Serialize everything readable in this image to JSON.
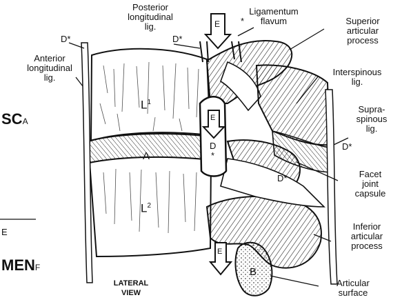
{
  "labels": {
    "posterior_longitudinal": "Posterior longitudinal lig.",
    "posterior_line1": "Posterior",
    "posterior_line2": "longitudinal",
    "posterior_line3": "lig.",
    "ligamentum_flavum_1": "Ligamentum",
    "ligamentum_flavum_2": "flavum",
    "superior_articular_1": "Superior",
    "superior_articular_2": "articular",
    "superior_articular_3": "process",
    "anterior_longitudinal_1": "Anterior",
    "anterior_longitudinal_2": "longitudinal",
    "anterior_longitudinal_3": "lig.",
    "interspinous_1": "Interspinous",
    "interspinous_2": "lig.",
    "supraspinous_1": "Supra-",
    "supraspinous_2": "spinous",
    "supraspinous_3": "lig.",
    "facet_1": "Facet",
    "facet_2": "joint",
    "facet_3": "capsule",
    "inferior_articular_1": "Inferior",
    "inferior_articular_2": "articular",
    "inferior_articular_3": "process",
    "articular_surface_1": "Articular",
    "articular_surface_2": "surface",
    "lateral_view_1": "LATERAL",
    "lateral_view_2": "VIEW",
    "d_star_top_left": "D*",
    "d_star_top": "D*",
    "d_star_mid": "D",
    "d_star_facet": "D*",
    "d_star_right": "D*",
    "l1": "L",
    "l1_sup": "1",
    "l2": "L",
    "l2_sup": "2",
    "a": "A",
    "b": "B",
    "e_top": "E",
    "e_mid": "E",
    "e_bottom": "E",
    "star": "*",
    "edge_sc": "SC",
    "edge_a": "A",
    "edge_e": "E",
    "edge_men": "MEN",
    "edge_f": "F"
  },
  "colors": {
    "ink": "#111111",
    "background": "#ffffff"
  }
}
